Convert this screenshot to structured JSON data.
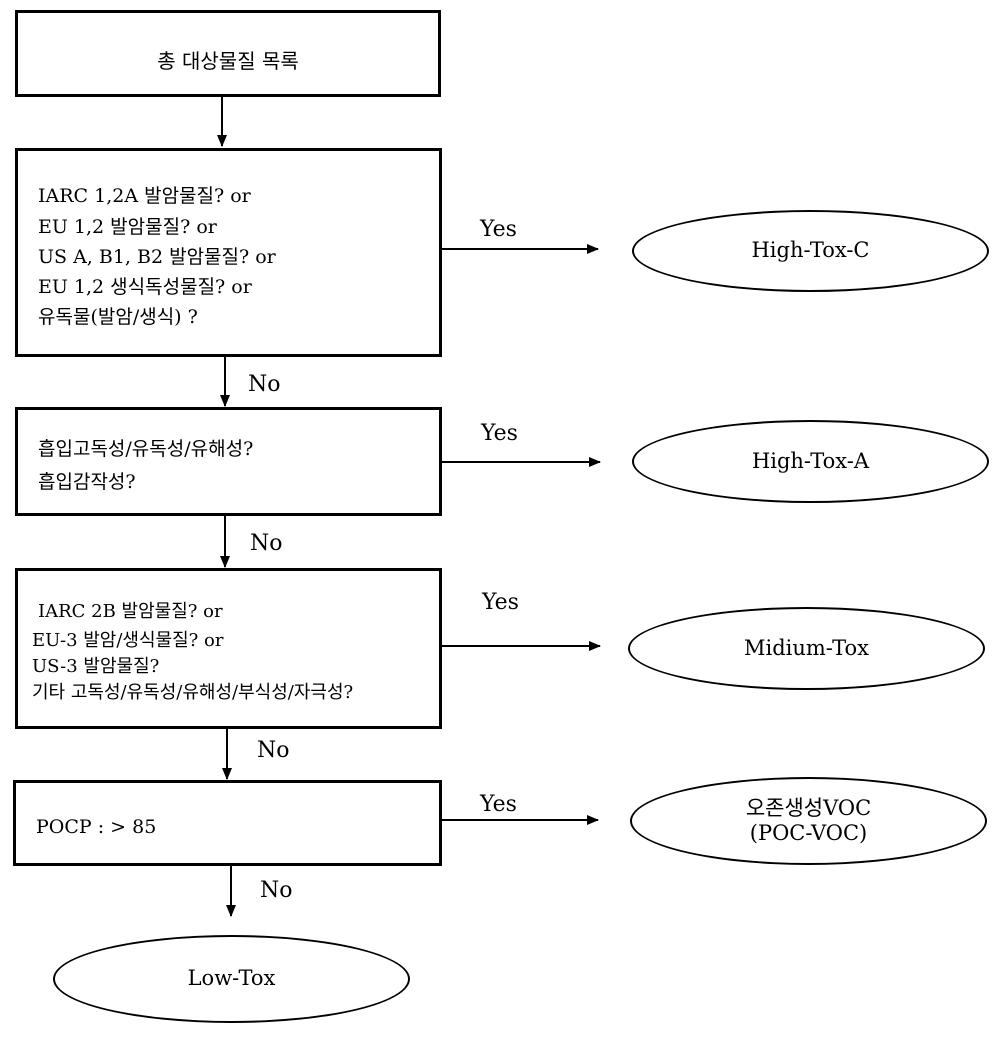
{
  "start_box": {
    "label": "총 대상물질 목록"
  },
  "decisions": [
    {
      "lines": [
        "IARC 1,2A 발암물질? or",
        "EU 1,2 발암물질? or",
        "US A, B1, B2 발암물질? or",
        "EU 1,2 생식독성물질? or",
        "유독물(발암/생식) ?"
      ],
      "yes_label": "Yes",
      "no_label": "No",
      "outcome": [
        "High-Tox-C"
      ]
    },
    {
      "lines": [
        "흡입고독성/유독성/유해성?",
        "흡입감작성?"
      ],
      "yes_label": "Yes",
      "no_label": "No",
      "outcome": [
        "High-Tox-A"
      ]
    },
    {
      "lines": [
        "IARC 2B 발암물질? or",
        "EU-3 발암/생식물질? or",
        "US-3 발암물질?",
        "기타 고독성/유독성/유해성/부식성/자극성?"
      ],
      "yes_label": "Yes",
      "no_label": "No",
      "outcome": [
        "Midium-Tox"
      ]
    },
    {
      "lines": [
        "POCP : > 85"
      ],
      "yes_label": "Yes",
      "no_label": "No",
      "outcome": [
        "오존생성VOC",
        "(POC-VOC)"
      ]
    }
  ],
  "end_node": {
    "label": "Low-Tox"
  }
}
